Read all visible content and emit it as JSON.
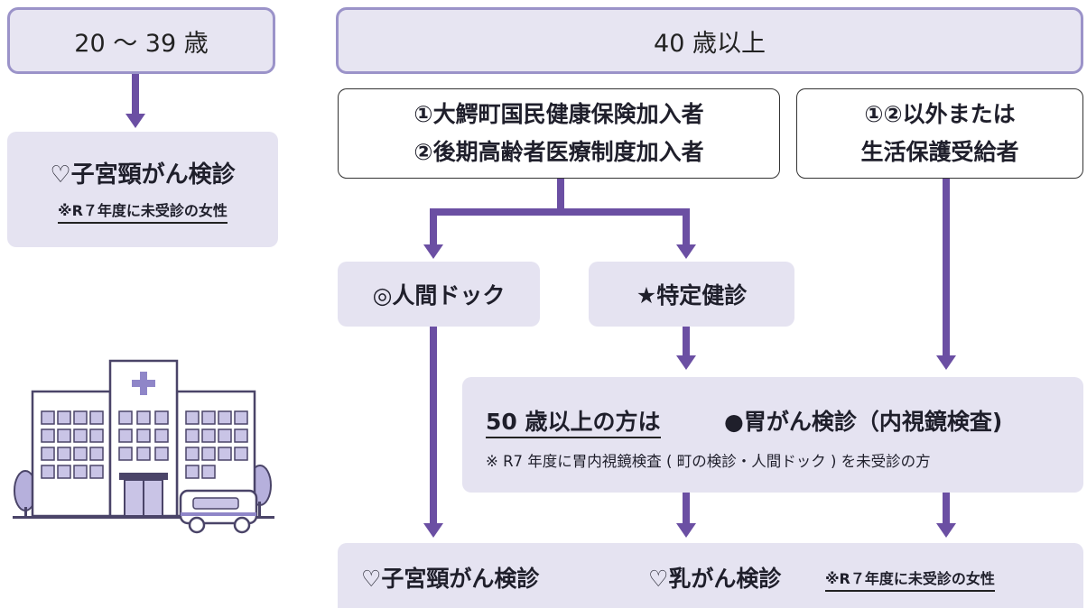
{
  "headers": {
    "young": "20 ～ 39 歳",
    "senior": "40 歳以上"
  },
  "young_box": {
    "title": "♡子宮頸がん検診",
    "note": "※R７年度に未受診の女性"
  },
  "group_a": {
    "line1": "①大鰐町国民健康保険加入者",
    "line2": "②後期高齢者医療制度加入者"
  },
  "group_b": {
    "line1": "①②以外または",
    "line2": "生活保護受給者"
  },
  "dock": "◎人間ドック",
  "tokutei": "★特定健診",
  "stomach": {
    "age": "50 歳以上の方は",
    "title": "●胃がん検診（内視鏡検査)",
    "note": "※ R7 年度に胃内視鏡検査 ( 町の検診・人間ドック ) を未受診の方"
  },
  "bottom": {
    "cervical": "♡子宮頸がん検診",
    "breast": "♡乳がん検診",
    "note": "※R７年度に未受診の女性"
  },
  "illustration": "hospital-with-ambulance",
  "colors": {
    "accent": "#6b4fa3",
    "box_fill": "#e5e3f1",
    "header_border": "#9b93c9"
  }
}
